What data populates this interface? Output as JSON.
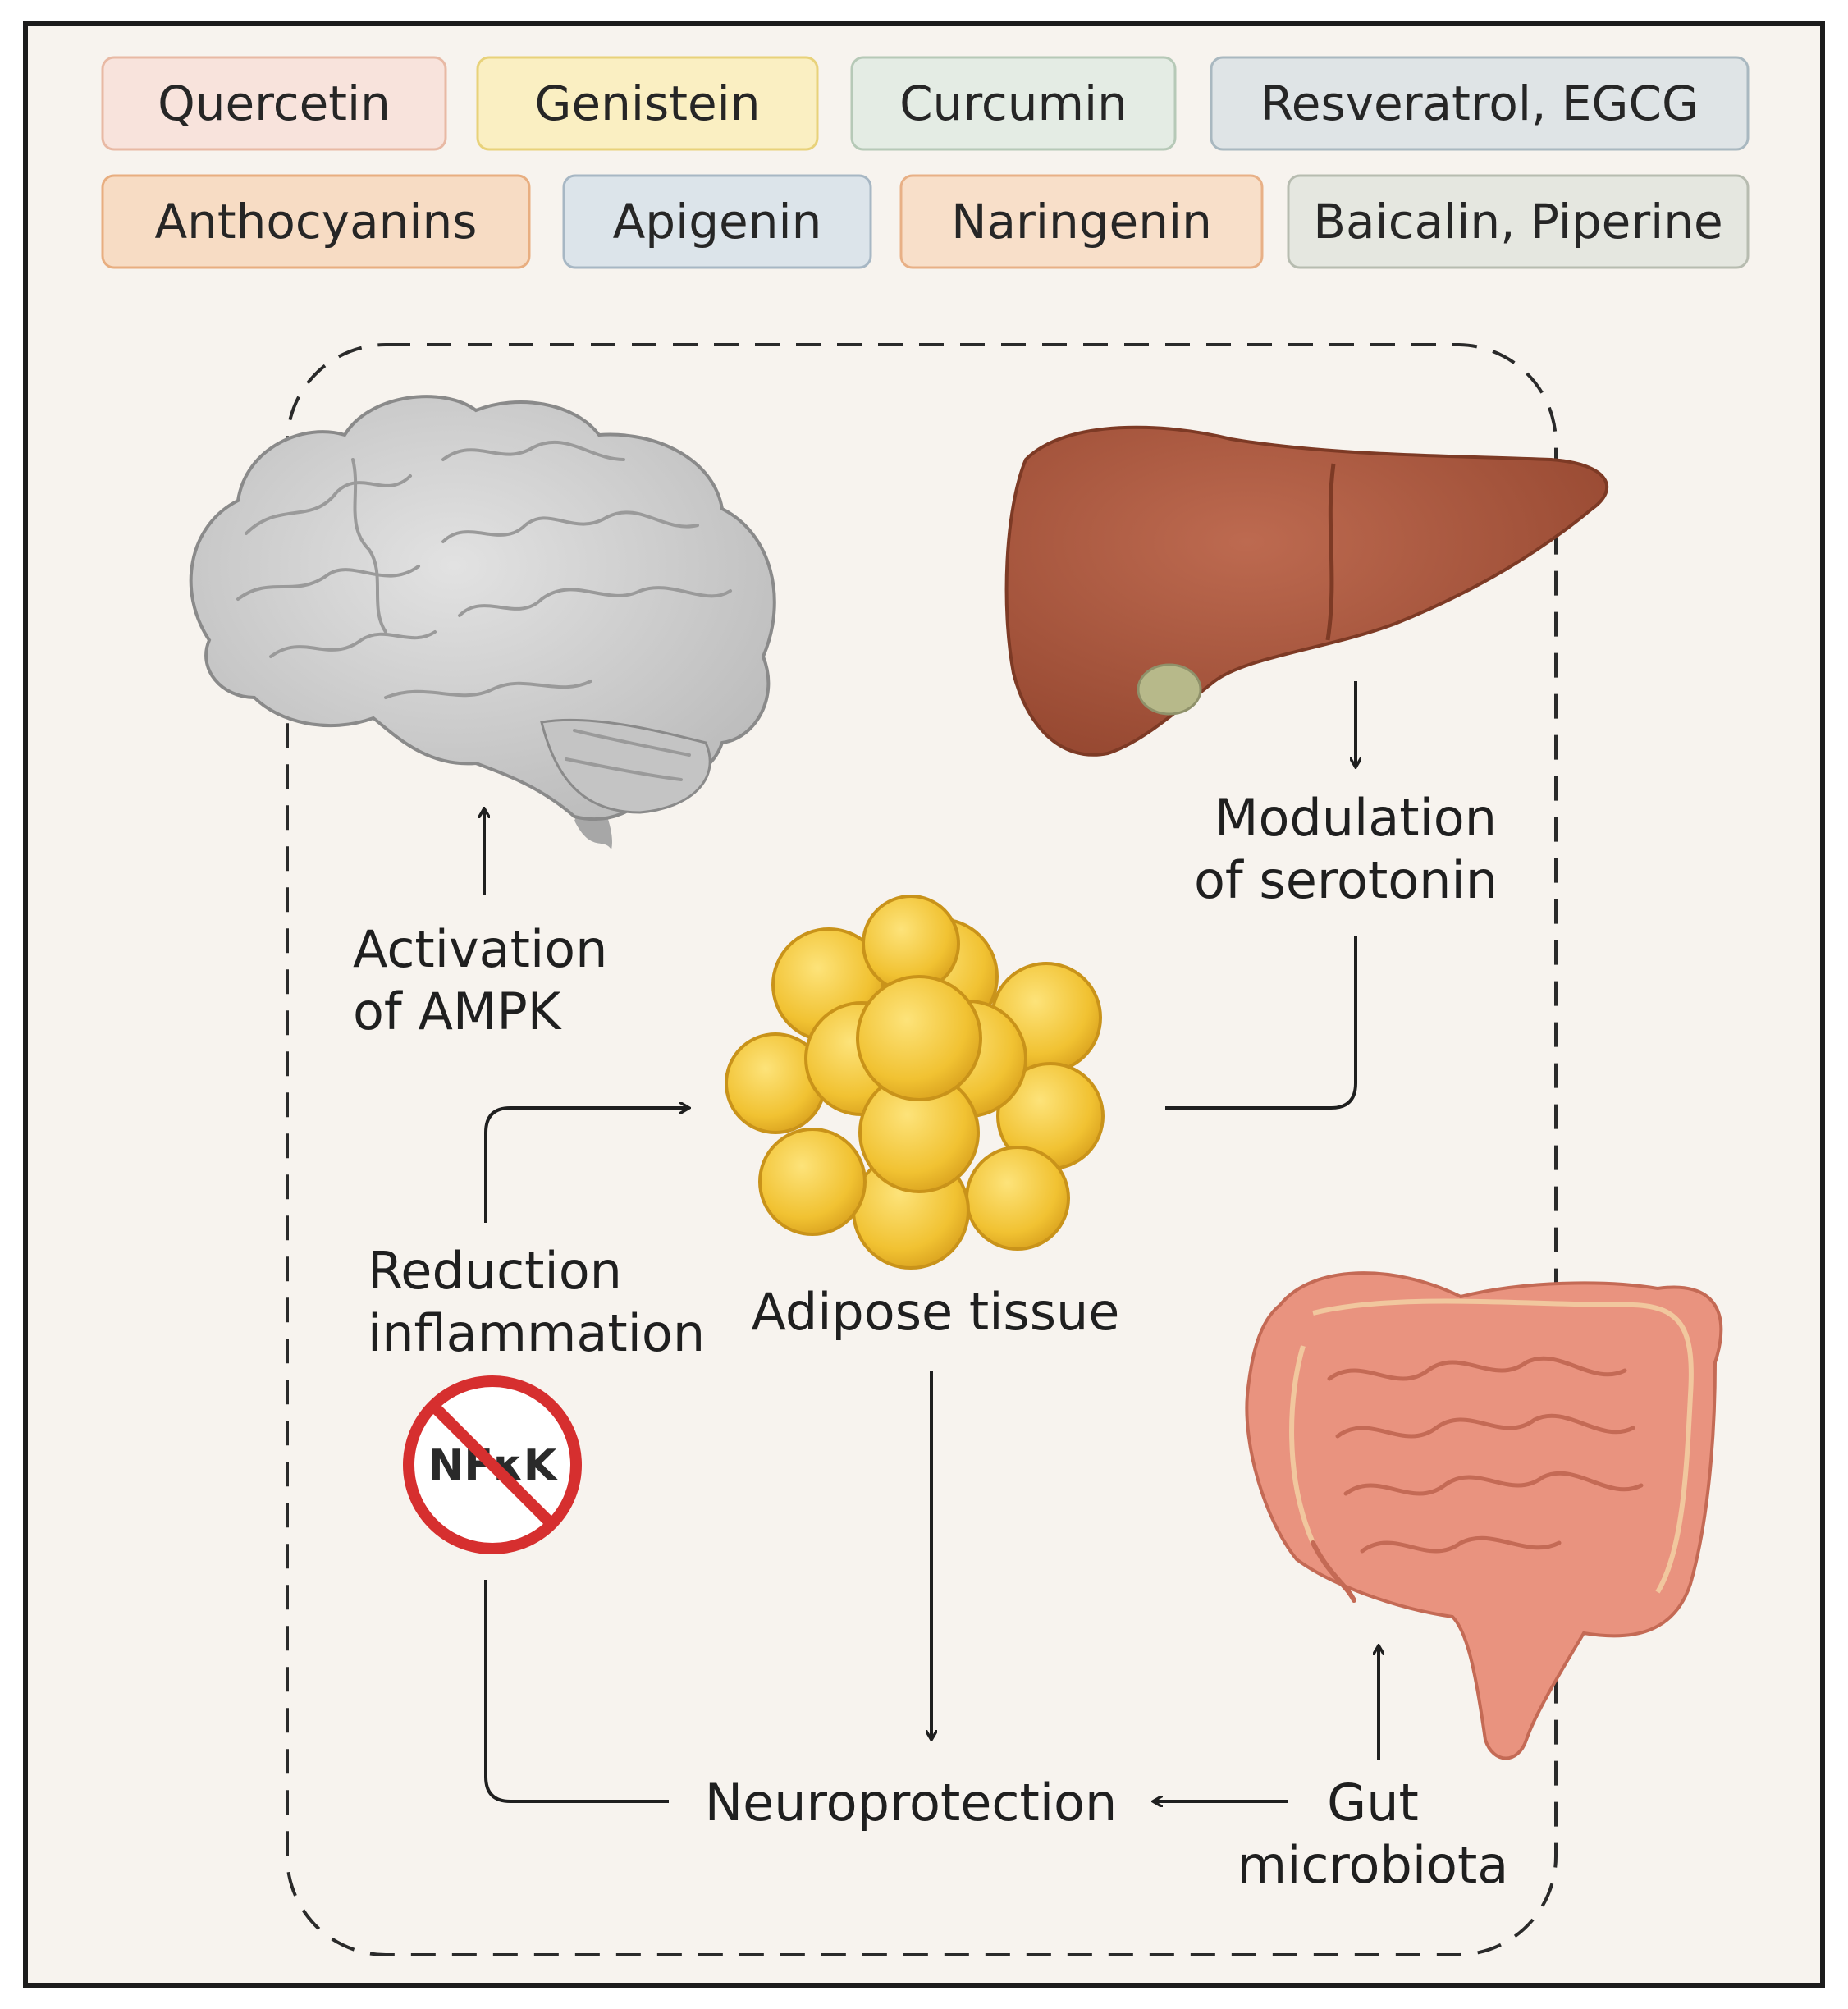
{
  "compounds": {
    "row1": [
      "Quercetin",
      "Genistein",
      "Curcumin",
      "Resveratrol, EGCG"
    ],
    "row2": [
      "Anthocyanins",
      "Apigenin",
      "Naringenin",
      "Baicalin, Piperine"
    ],
    "colors": {
      "quercetin": "#f8e3dc",
      "genistein": "#faefc2",
      "curcumin": "#e4ece4",
      "resveratrol": "#dfe4e6",
      "anthocyanins": "#f7dcc4",
      "apigenin": "#dce4ea",
      "naringenin": "#f8dfc9",
      "baicalin": "#e5e7e0"
    }
  },
  "organs": {
    "brain": "brain-icon",
    "liver": "liver-icon",
    "adipose": "adipose-tissue-icon",
    "intestine": "intestine-icon"
  },
  "labels": {
    "ampk_line1": "Activation",
    "ampk_line2": "of AMPK",
    "serotonin_line1": "Modulation",
    "serotonin_line2": "of serotonin",
    "adipose": "Adipose tissue",
    "inflammation_line1": "Reduction",
    "inflammation_line2": "inflammation",
    "neuroprotection": "Neuroprotection",
    "gut_line1": "Gut",
    "gut_line2": "microbiota",
    "nfkb": "NFκK"
  },
  "colors": {
    "brain": "#cfcfcf",
    "liver": "#a9553d",
    "gallbladder": "#b7b98a",
    "adipose": "#f1c232",
    "intestine": "#e9937f",
    "inhibit": "#d62f2f",
    "line": "#1f1f1f"
  }
}
